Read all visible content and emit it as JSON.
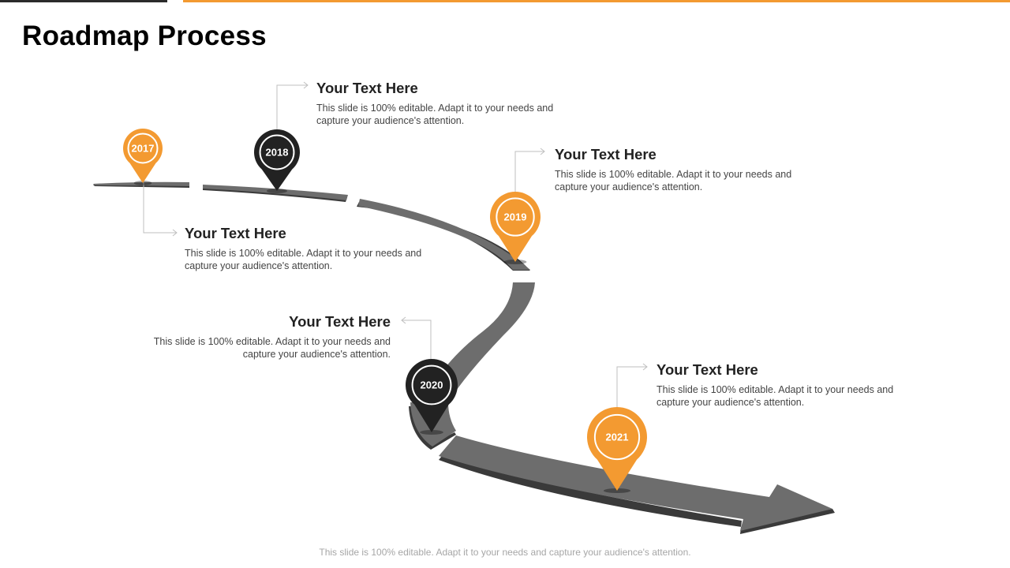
{
  "title": "Roadmap Process",
  "colors": {
    "accent": "#f39a31",
    "dark": "#222222",
    "road": "#6d6d6d",
    "road_shadow": "#3a3a3a"
  },
  "milestones": [
    {
      "year": "2017",
      "color": "accent",
      "heading": "Your Text Here",
      "text": "This slide is 100% editable. Adapt it to your needs and capture your audience's attention."
    },
    {
      "year": "2018",
      "color": "dark",
      "heading": "Your Text Here",
      "text": "This slide is 100% editable. Adapt it to your needs and capture your audience's attention."
    },
    {
      "year": "2019",
      "color": "accent",
      "heading": "Your Text Here",
      "text": "This slide is 100% editable. Adapt it to your needs and capture your audience's attention."
    },
    {
      "year": "2020",
      "color": "dark",
      "heading": "Your Text Here",
      "text": "This slide is 100% editable. Adapt it to your needs and capture your audience's attention."
    },
    {
      "year": "2021",
      "color": "accent",
      "heading": "Your Text Here",
      "text": "This slide is 100% editable. Adapt it to your needs and capture your audience's attention."
    }
  ],
  "footer": "This slide is 100% editable. Adapt it to your needs and capture your audience's attention."
}
